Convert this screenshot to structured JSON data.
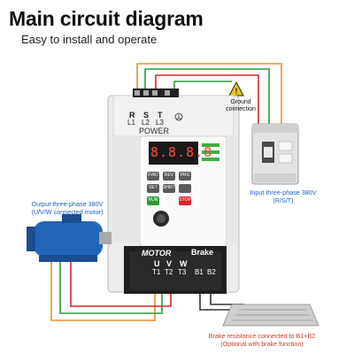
{
  "header": {
    "title": "Main circuit diagram",
    "subtitle": "Easy to install and operate"
  },
  "inverter": {
    "power_label": "POWER",
    "display_text": "8.8.8.8",
    "top_terminals_line1": [
      "R",
      "S",
      "T"
    ],
    "top_terminals_line2": [
      "L1",
      "L2",
      "L3"
    ],
    "brand": "MOTOR",
    "bottom_terminals_line1": [
      "U",
      "V",
      "W"
    ],
    "bottom_terminals_line2": [
      "T1",
      "T2",
      "T3"
    ],
    "brake_label": "Brake",
    "brake_terminals": [
      "B1",
      "B2"
    ],
    "keys": [
      "FWD",
      "REV",
      "PRG",
      "SET",
      "RUN",
      "STOP",
      "SHIFT"
    ]
  },
  "annotations": {
    "ground_line1": "Ground",
    "ground_line2": "connection",
    "input_line1": "Input three-phase 380V",
    "input_line2": "(R/S/T)",
    "output_line1": "Output three-phase 380V",
    "output_line2": "(U/V/W connected motor)",
    "brake_line1": "Brake resistance connected to B1+B2",
    "brake_line2": "(Optional with brake function)"
  },
  "colors": {
    "wire_orange": "#e8902a",
    "wire_green": "#2f9a3a",
    "wire_red": "#d8262a",
    "wire_dark": "#333333",
    "label_blue": "#1f5fbf",
    "label_red": "#d23a2a",
    "motor_blue": "#2266b8"
  }
}
